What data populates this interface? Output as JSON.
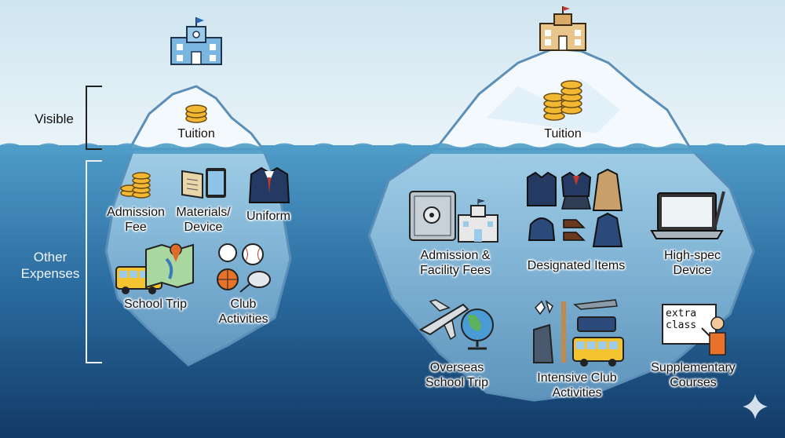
{
  "side_labels": {
    "visible": "Visible",
    "other_line1": "Other",
    "other_line2": "Expenses"
  },
  "small_iceberg": {
    "tip": "Tuition",
    "items": {
      "admission_line1": "Admission",
      "admission_line2": "Fee",
      "materials_line1": "Materials/",
      "materials_line2": "Device",
      "uniform": "Uniform",
      "trip": "School Trip",
      "club_line1": "Club",
      "club_line2": "Activities"
    }
  },
  "large_iceberg": {
    "tip": "Tuition",
    "items": {
      "admission_line1": "Admission &",
      "admission_line2": "Facility Fees",
      "designated": "Designated Items",
      "device_line1": "High-spec",
      "device_line2": "Device",
      "trip_line1": "Overseas",
      "trip_line2": "School Trip",
      "club_line1": "Intensive Club",
      "club_line2": "Activities",
      "courses_line1": "Supplementary",
      "courses_line2": "Courses",
      "board_text_line1": "extra",
      "board_text_line2": "class"
    }
  },
  "colors": {
    "sky": "#dcecf4",
    "water_top": "#4f9cc8",
    "water_bottom": "#123a66",
    "ice": "#e6f3fa",
    "coin": "#f2b733"
  }
}
